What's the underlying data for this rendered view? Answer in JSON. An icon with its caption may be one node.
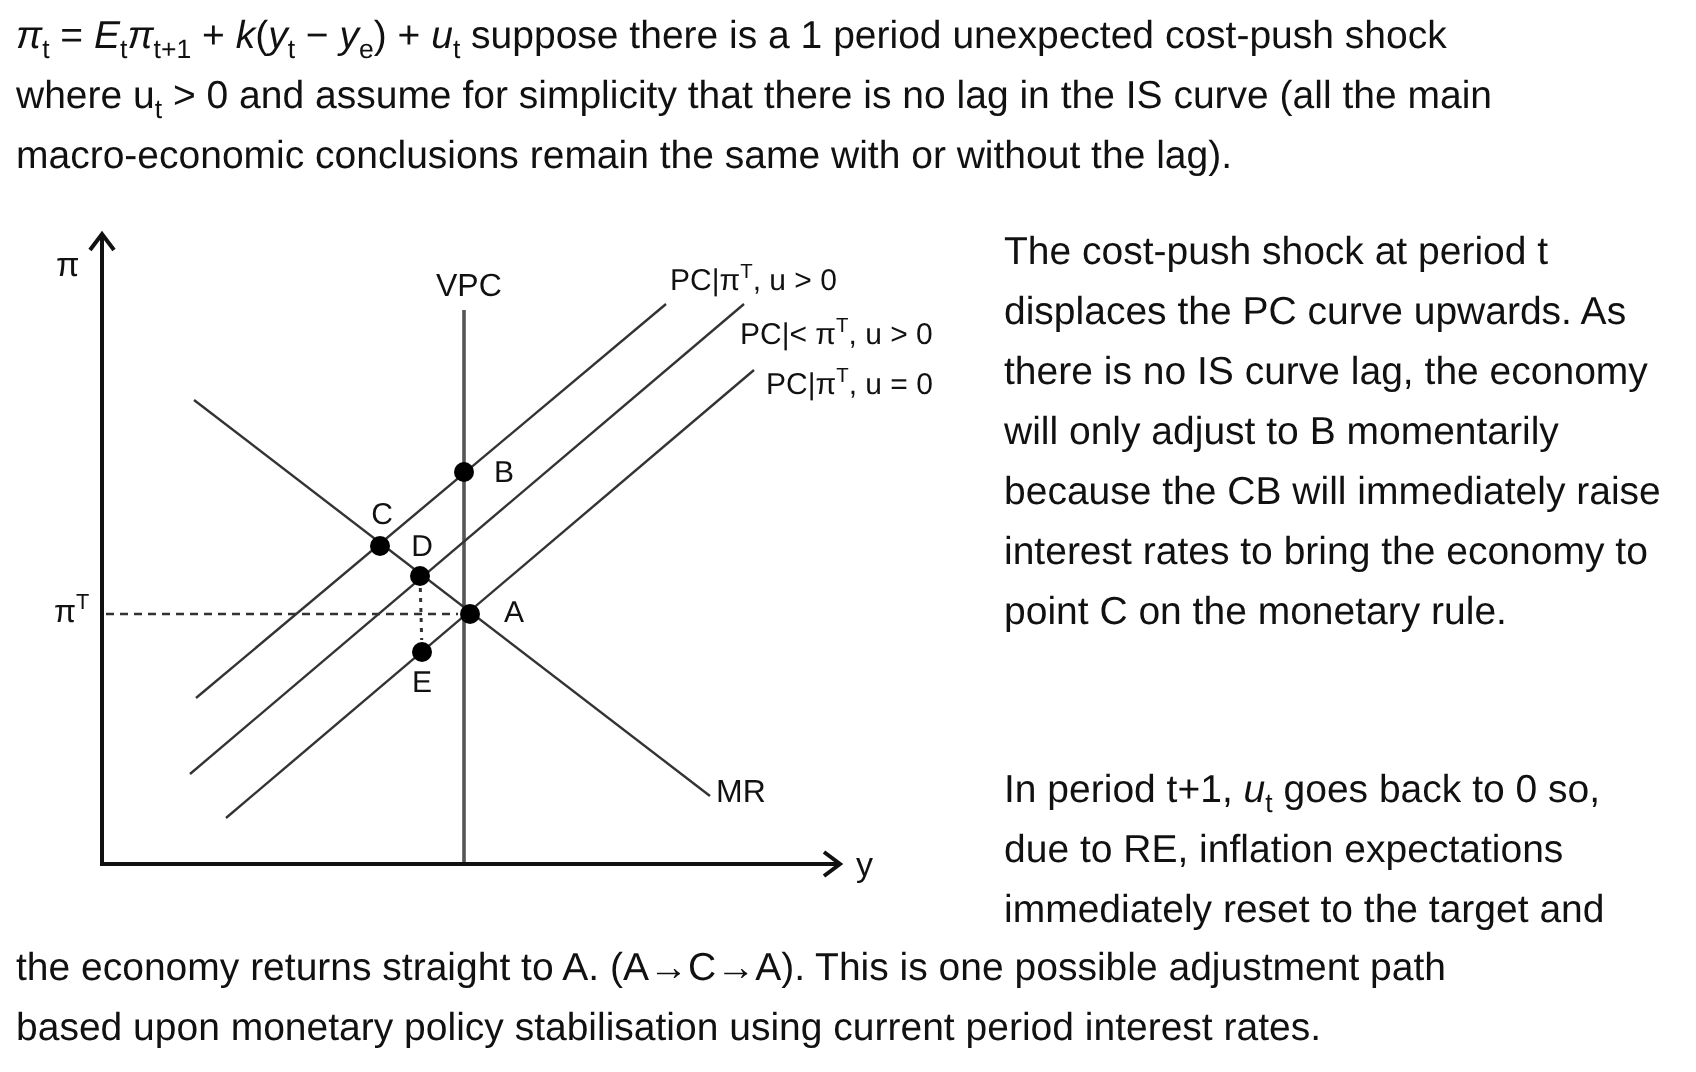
{
  "diagram": {
    "nodes": [
      {
        "text": [],
        "shape": "circle",
        "beside": [
          "B"
        ]
      },
      {
        "text": [],
        "shape": "circle",
        "beside": [
          "C"
        ]
      },
      {
        "text": [],
        "shape": "circle",
        "beside": [
          "D"
        ]
      },
      {
        "text": [],
        "shape": "circle",
        "beside": [
          "A"
        ]
      },
      {
        "text": [],
        "shape": "circle",
        "beside": [
          "E"
        ]
      }
    ],
    "edges": [
      {
        "from": 2,
        "to": 4,
        "arrow": "none",
        "style": "dashed"
      }
    ],
    "labels": [
      "*π*$_{t}$ = *E*$_{t}$*π*$_{t+1}$ + *k*(*y*$_{t}$ − *y*$_{e}$) + *u*$_{t}$ suppose there is a 1 period unexpected cost-push shock where u$_{t}$ > 0 and assume for simplicity that there is no lag in the IS curve (all the main macro-economic conclusions remain the same with or without the lag).",
      "π",
      "VPC",
      "PC|π$^{T}$, u > 0",
      "PC|< π$^{T}$, u > 0",
      "PC|π$^{T}$, u = 0",
      "π$^{T}$",
      "MR",
      "y",
      "The cost-push shock at period t displaces the PC curve upwards. As there is no IS curve lag, the economy will only adjust to B momentarily because the CB will immediately raise interest rates to bring the economy to point C on the monetary rule.",
      "In period t+1, *u*$_{t}$ goes back to 0 so, due to RE, inflation expectations immediately reset to the target and",
      "the economy returns straight to A. (A→C→A). This is one possible adjustment path based upon monetary policy stabilisation using current period interest rates."
    ]
  }
}
